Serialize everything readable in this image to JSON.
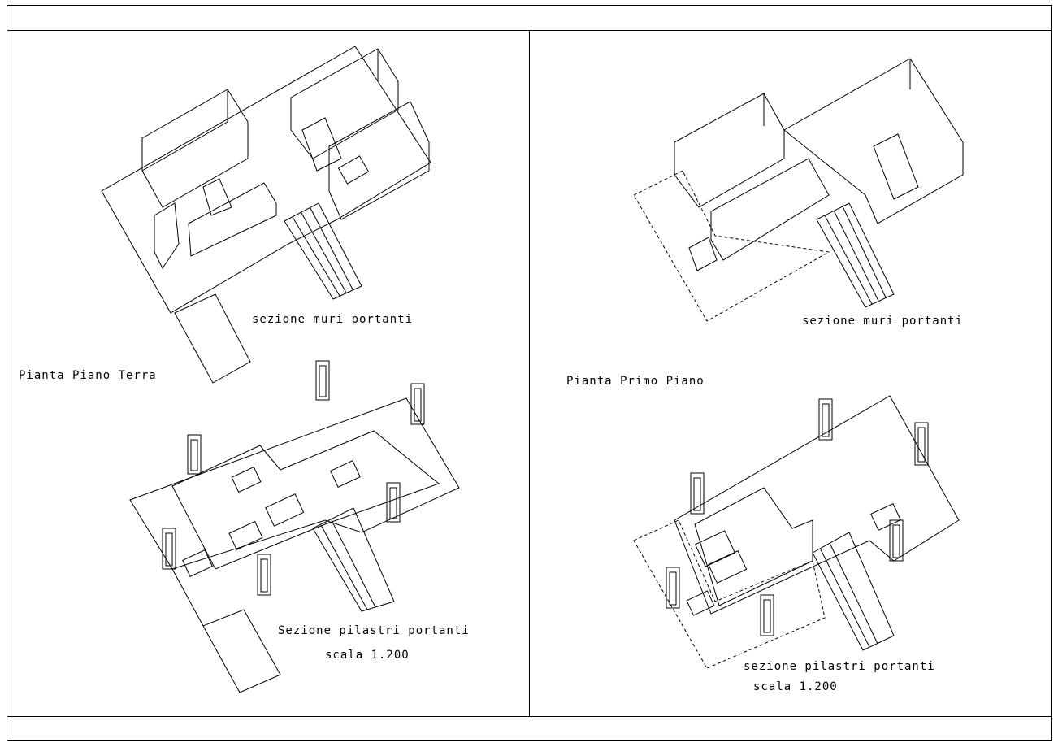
{
  "sheet": {
    "left": {
      "title": "Pianta Piano Terra",
      "walls_caption": "sezione muri portanti",
      "pillars_caption": "Sezione pilastri portanti",
      "scale": "scala 1.200"
    },
    "right": {
      "title": "Pianta Primo Piano",
      "walls_caption": "sezione muri portanti",
      "pillars_caption": "sezione pilastri portanti",
      "scale": "scala 1.200"
    }
  }
}
